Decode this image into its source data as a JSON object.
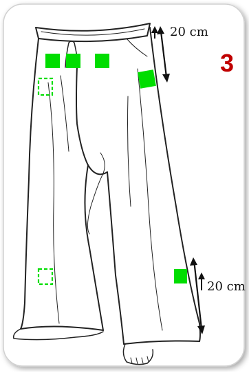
{
  "figure": {
    "panel_number": "3",
    "measurements": {
      "top": "20 cm",
      "bottom": "20 cm"
    },
    "colors": {
      "sensor_marker": "#00dd00",
      "panel_number": "#c00000",
      "line_art": "#222222",
      "background": "#ffffff"
    },
    "markers": [
      {
        "name": "waist-front-left-marker",
        "style": "solid"
      },
      {
        "name": "waist-front-center-marker",
        "style": "solid"
      },
      {
        "name": "waist-front-right-marker",
        "style": "solid"
      },
      {
        "name": "hip-right-marker",
        "style": "solid"
      },
      {
        "name": "hip-back-left-marker",
        "style": "dashed"
      },
      {
        "name": "ankle-back-left-marker",
        "style": "dashed"
      },
      {
        "name": "ankle-right-marker",
        "style": "solid"
      }
    ],
    "icons": [
      "double-arrow-icon",
      "double-arrow-icon"
    ]
  }
}
